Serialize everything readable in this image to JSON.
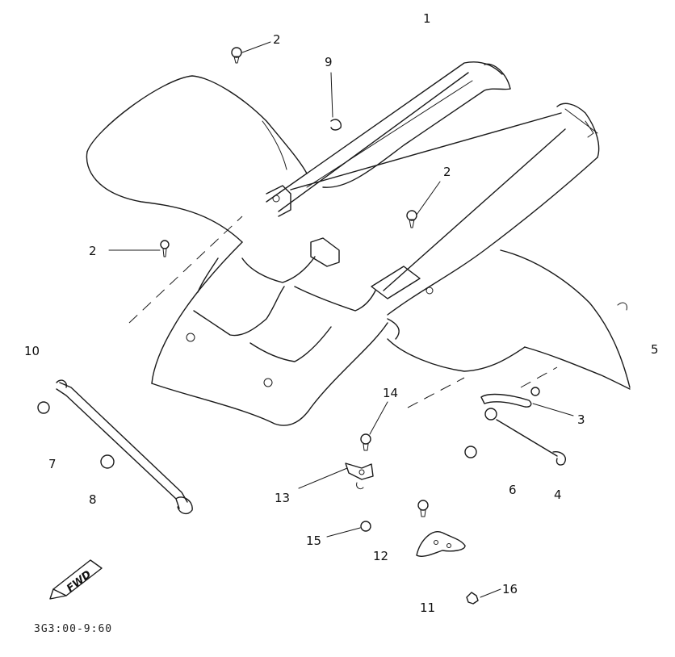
{
  "callouts": {
    "c1": "1",
    "c2a": "2",
    "c2b": "2",
    "c2c": "2",
    "c3": "3",
    "c4": "4",
    "c5": "5",
    "c6": "6",
    "c7": "7",
    "c8": "8",
    "c9": "9",
    "c10": "10",
    "c11": "11",
    "c12": "12",
    "c13": "13",
    "c14": "14",
    "c15": "15",
    "c16": "16"
  },
  "fwd_label": "FWD",
  "drawing_code": "3G3:00-9:60"
}
